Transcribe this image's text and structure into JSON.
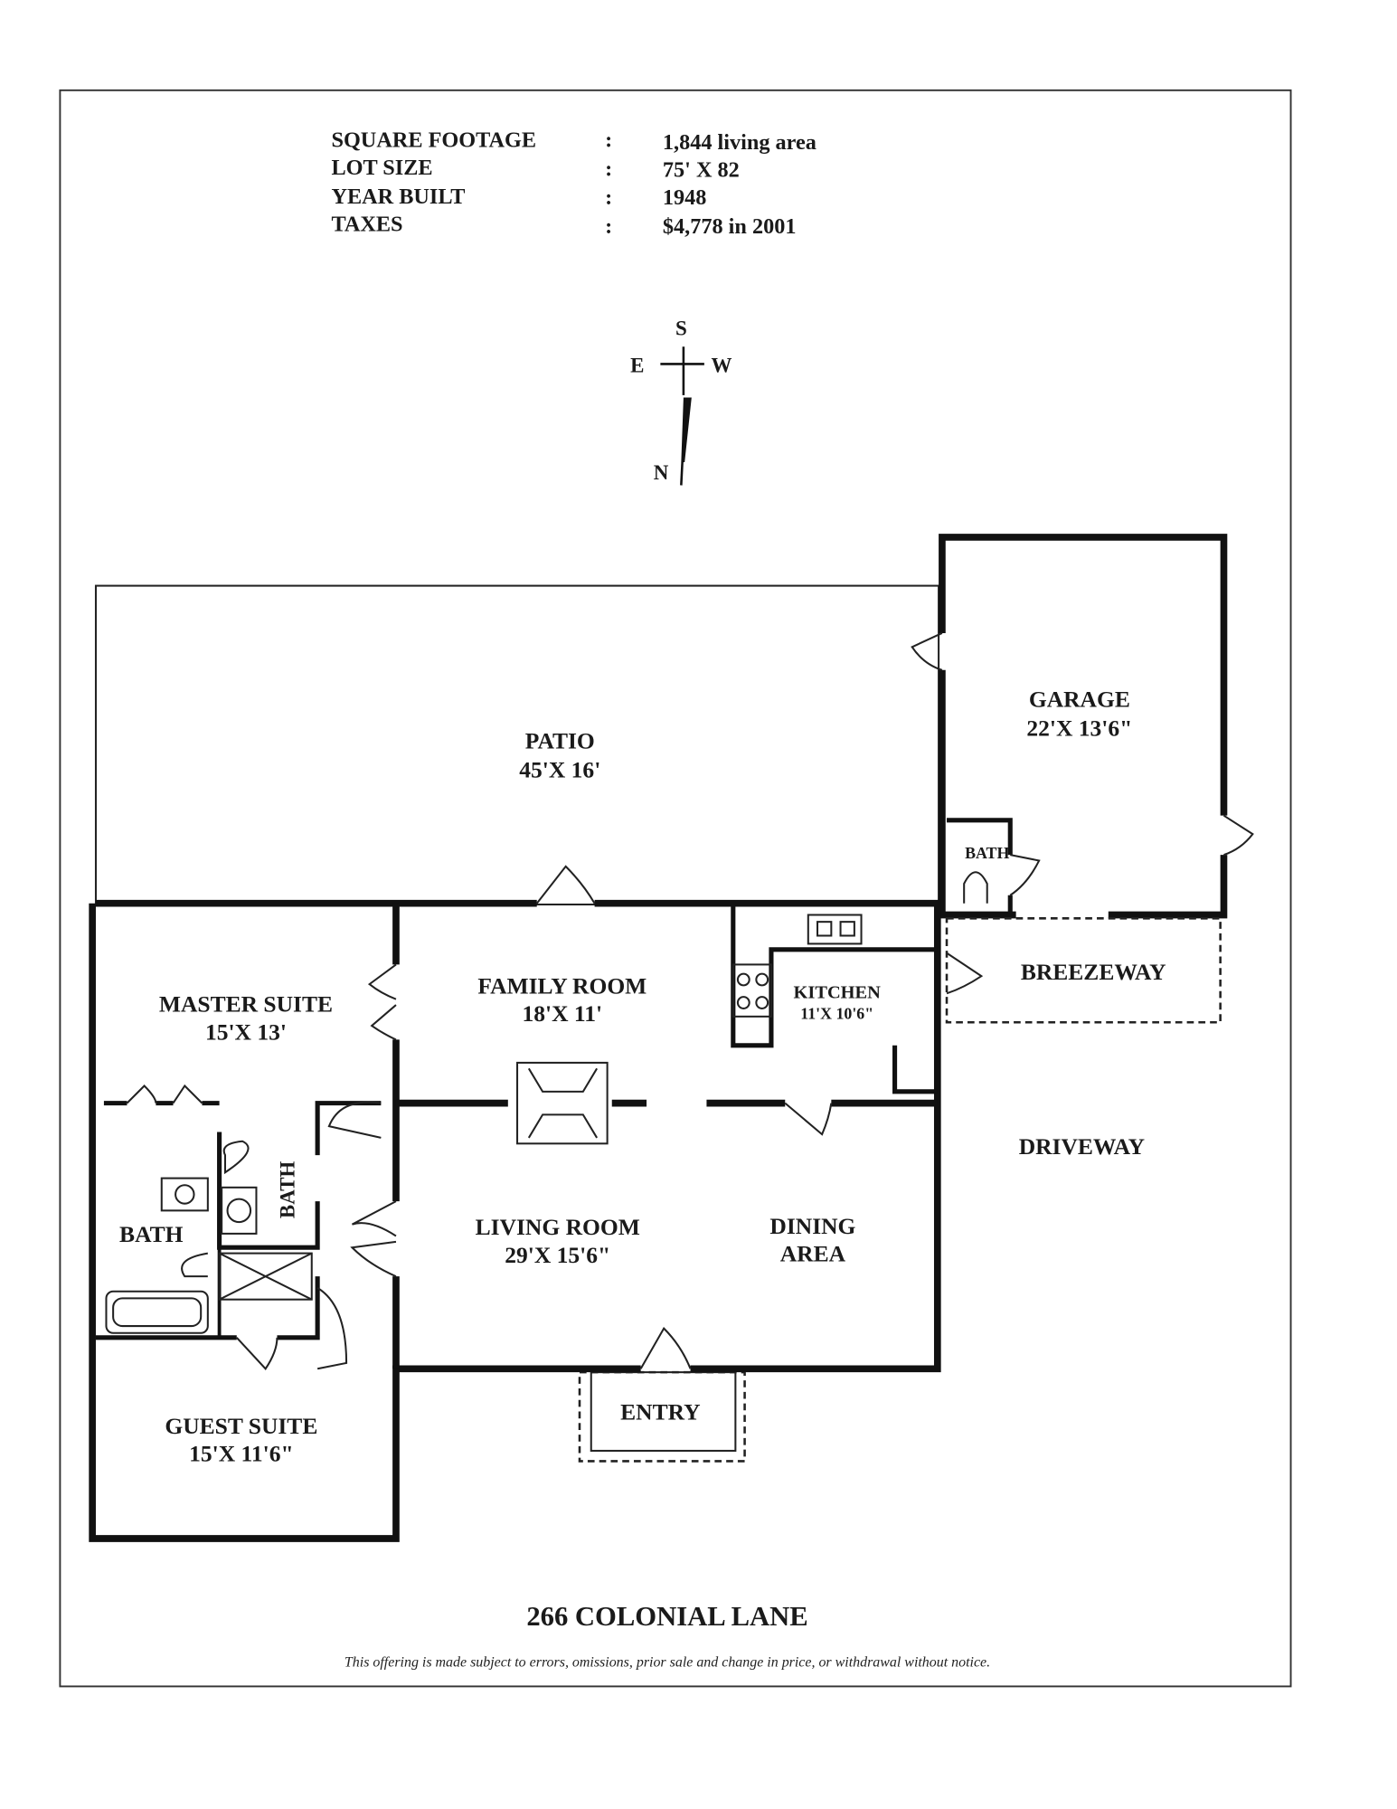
{
  "facts": [
    {
      "label": "SQUARE FOOTAGE",
      "sep": ":",
      "value": "1,844 living area"
    },
    {
      "label": "LOT SIZE",
      "sep": ":",
      "value": "75' X 82"
    },
    {
      "label": "YEAR BUILT",
      "sep": ":",
      "value": "1948"
    },
    {
      "label": "TAXES",
      "sep": ":",
      "value": "$4,778 in 2001"
    }
  ],
  "compass": {
    "s": "S",
    "e": "E",
    "w": "W",
    "n": "N"
  },
  "rooms": {
    "patio": {
      "name": "PATIO",
      "size": "45'X 16'"
    },
    "garage": {
      "name": "GARAGE",
      "size": "22'X 13'6\""
    },
    "garage_bath": {
      "name": "BATH"
    },
    "family": {
      "name": "FAMILY ROOM",
      "size": "18'X 11'"
    },
    "kitchen": {
      "name": "KITCHEN",
      "size": "11'X 10'6\""
    },
    "breezeway": {
      "name": "BREEZEWAY"
    },
    "master": {
      "name": "MASTER SUITE",
      "size": "15'X 13'"
    },
    "driveway": {
      "name": "DRIVEWAY"
    },
    "bath_vertical": {
      "name": "BATH"
    },
    "bath": {
      "name": "BATH"
    },
    "living": {
      "name": "LIVING ROOM",
      "size": "29'X 15'6\""
    },
    "dining": {
      "name": "DINING",
      "size": "AREA"
    },
    "entry": {
      "name": "ENTRY"
    },
    "guest": {
      "name": "GUEST SUITE",
      "size": "15'X 11'6\""
    }
  },
  "footer": {
    "address": "266 COLONIAL LANE",
    "disclaimer": "This offering is made subject to errors, omissions, prior sale and change in price, or withdrawal without notice."
  }
}
